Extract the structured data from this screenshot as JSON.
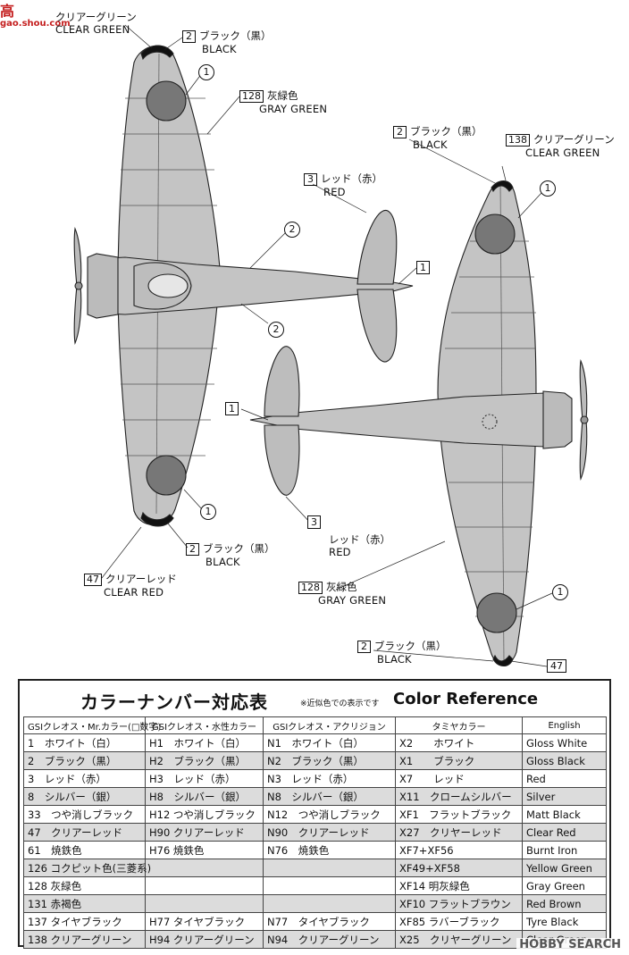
{
  "labels": {
    "top_left_clear_green": {
      "jp": "クリアーグリーン",
      "en": "CLEAR GREEN"
    },
    "top_black": {
      "num": "2",
      "jp": "ブラック（黒）",
      "en": "BLACK"
    },
    "top_gray_green": {
      "num": "128",
      "jp": "灰緑色",
      "en": "GRAY GREEN"
    },
    "bottom_black": {
      "num": "2",
      "jp": "ブラック（黒）",
      "en": "BLACK"
    },
    "bottom_clear_red": {
      "num": "47",
      "jp": "クリアーレッド",
      "en": "CLEAR RED"
    },
    "right_black_top": {
      "num": "2",
      "jp": "ブラック（黒）",
      "en": "BLACK"
    },
    "right_clear_green": {
      "num": "138",
      "jp": "クリアーグリーン",
      "en": "CLEAR GREEN"
    },
    "right_red_top": {
      "num": "3",
      "jp": "レッド（赤）",
      "en": "RED"
    },
    "right_red_bottom": {
      "num": "3",
      "jp": "レッド（赤）",
      "en": "RED"
    },
    "right_gray_green": {
      "num": "128",
      "jp": "灰緑色",
      "en": "GRAY GREEN"
    },
    "right_black_bottom": {
      "num": "2",
      "jp": "ブラック（黒）",
      "en": "BLACK"
    },
    "right_num_47": "47"
  },
  "markers": {
    "c1": "1",
    "c2": "2",
    "b1": "1"
  },
  "watermark_left": {
    "big": "高",
    "small": "gao.shou.com"
  },
  "watermark_right": "HOBBY SEARCH",
  "table": {
    "title_jp": "カラーナンバー対応表",
    "note": "※近似色での表示です",
    "title_en": "Color Reference",
    "headers": [
      "GSIクレオス・Mr.カラー(□数字)",
      "GSIクレオス・水性カラー",
      "GSIクレオス・アクリジョン",
      "タミヤカラー",
      "English"
    ],
    "rows": [
      [
        "1　ホワイト（白）",
        "H1　ホワイト（白）",
        "N1　ホワイト（白）",
        "X2　　ホワイト",
        "Gloss White"
      ],
      [
        "2　ブラック（黒）",
        "H2　ブラック（黒）",
        "N2　ブラック（黒）",
        "X1　　ブラック",
        "Gloss Black"
      ],
      [
        "3　レッド（赤）",
        "H3　レッド（赤）",
        "N3　レッド（赤）",
        "X7　　レッド",
        "Red"
      ],
      [
        "8　シルバー（銀）",
        "H8　シルバー（銀）",
        "N8　シルバー（銀）",
        "X11　クロームシルバー",
        "Silver"
      ],
      [
        "33　つや消しブラック",
        "H12 つや消しブラック",
        "N12　つや消しブラック",
        "XF1　フラットブラック",
        "Matt Black"
      ],
      [
        "47　クリアーレッド",
        "H90 クリアーレッド",
        "N90　クリアーレッド",
        "X27　クリヤーレッド",
        "Clear Red"
      ],
      [
        "61　焼鉄色",
        "H76 焼鉄色",
        "N76　焼鉄色",
        "XF7+XF56",
        "Burnt Iron"
      ],
      [
        "126 コクピット色(三菱系)",
        "",
        "",
        "XF49+XF58",
        "Yellow Green"
      ],
      [
        "128 灰緑色",
        "",
        "",
        "XF14 明灰緑色",
        "Gray Green"
      ],
      [
        "131 赤褐色",
        "",
        "",
        "XF10 フラットブラウン",
        "Red Brown"
      ],
      [
        "137 タイヤブラック",
        "H77 タイヤブラック",
        "N77　タイヤブラック",
        "XF85 ラバーブラック",
        "Tyre Black"
      ],
      [
        "138 クリアーグリーン",
        "H94 クリアーグリーン",
        "N94　クリアーグリーン",
        "X25　クリヤーグリーン",
        "Clear Green"
      ]
    ]
  }
}
